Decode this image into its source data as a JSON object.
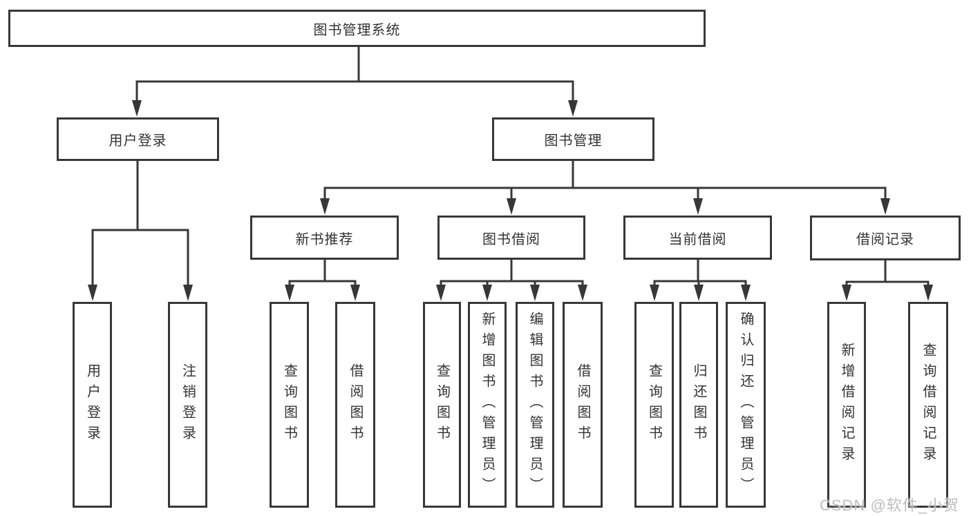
{
  "tree": {
    "root": "图书管理系统",
    "branches": [
      {
        "label": "用户登录",
        "children": [
          "用户登录",
          "注销登录"
        ]
      },
      {
        "label": "图书管理",
        "children": [
          {
            "label": "新书推荐",
            "children": [
              "查询图书",
              "借阅图书"
            ]
          },
          {
            "label": "图书借阅",
            "children": [
              "查询图书",
              "新增图书（管理员）",
              "编辑图书（管理员）",
              "借阅图书"
            ]
          },
          {
            "label": "当前借阅",
            "children": [
              "查询图书",
              "归还图书",
              "确认归还（管理员）"
            ]
          },
          {
            "label": "借阅记录",
            "children": [
              "新增借阅记录",
              "查询借阅记录"
            ]
          }
        ]
      }
    ]
  },
  "watermark": "CSDN @软件_小贺同学"
}
